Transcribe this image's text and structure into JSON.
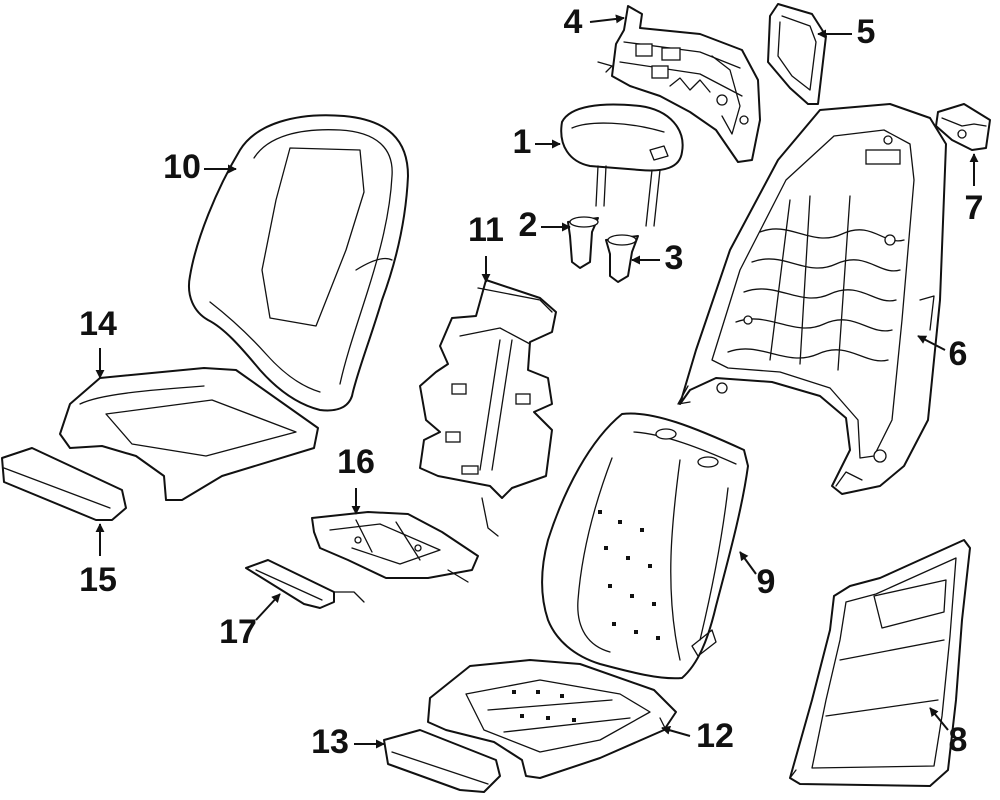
{
  "diagram": {
    "line_color": "#111111",
    "background": "#ffffff",
    "callouts": [
      {
        "id": "1",
        "label": "1",
        "part": "headrest"
      },
      {
        "id": "2",
        "label": "2",
        "part": "headrest-guide-left"
      },
      {
        "id": "3",
        "label": "3",
        "part": "headrest-guide-right"
      },
      {
        "id": "4",
        "label": "4",
        "part": "lumbar-support"
      },
      {
        "id": "5",
        "label": "5",
        "part": "trim-panel"
      },
      {
        "id": "6",
        "label": "6",
        "part": "seat-back-frame"
      },
      {
        "id": "7",
        "label": "7",
        "part": "bracket"
      },
      {
        "id": "8",
        "label": "8",
        "part": "back-panel"
      },
      {
        "id": "9",
        "label": "9",
        "part": "seat-back-pad"
      },
      {
        "id": "10",
        "label": "10",
        "part": "seat-back-cover"
      },
      {
        "id": "11",
        "label": "11",
        "part": "heater-element-back"
      },
      {
        "id": "12",
        "label": "12",
        "part": "seat-cushion-pad"
      },
      {
        "id": "13",
        "label": "13",
        "part": "thigh-extension-pad"
      },
      {
        "id": "14",
        "label": "14",
        "part": "seat-cushion-cover"
      },
      {
        "id": "15",
        "label": "15",
        "part": "thigh-extension-cover"
      },
      {
        "id": "16",
        "label": "16",
        "part": "heater-element-cushion"
      },
      {
        "id": "17",
        "label": "17",
        "part": "sensor-mat"
      }
    ]
  }
}
